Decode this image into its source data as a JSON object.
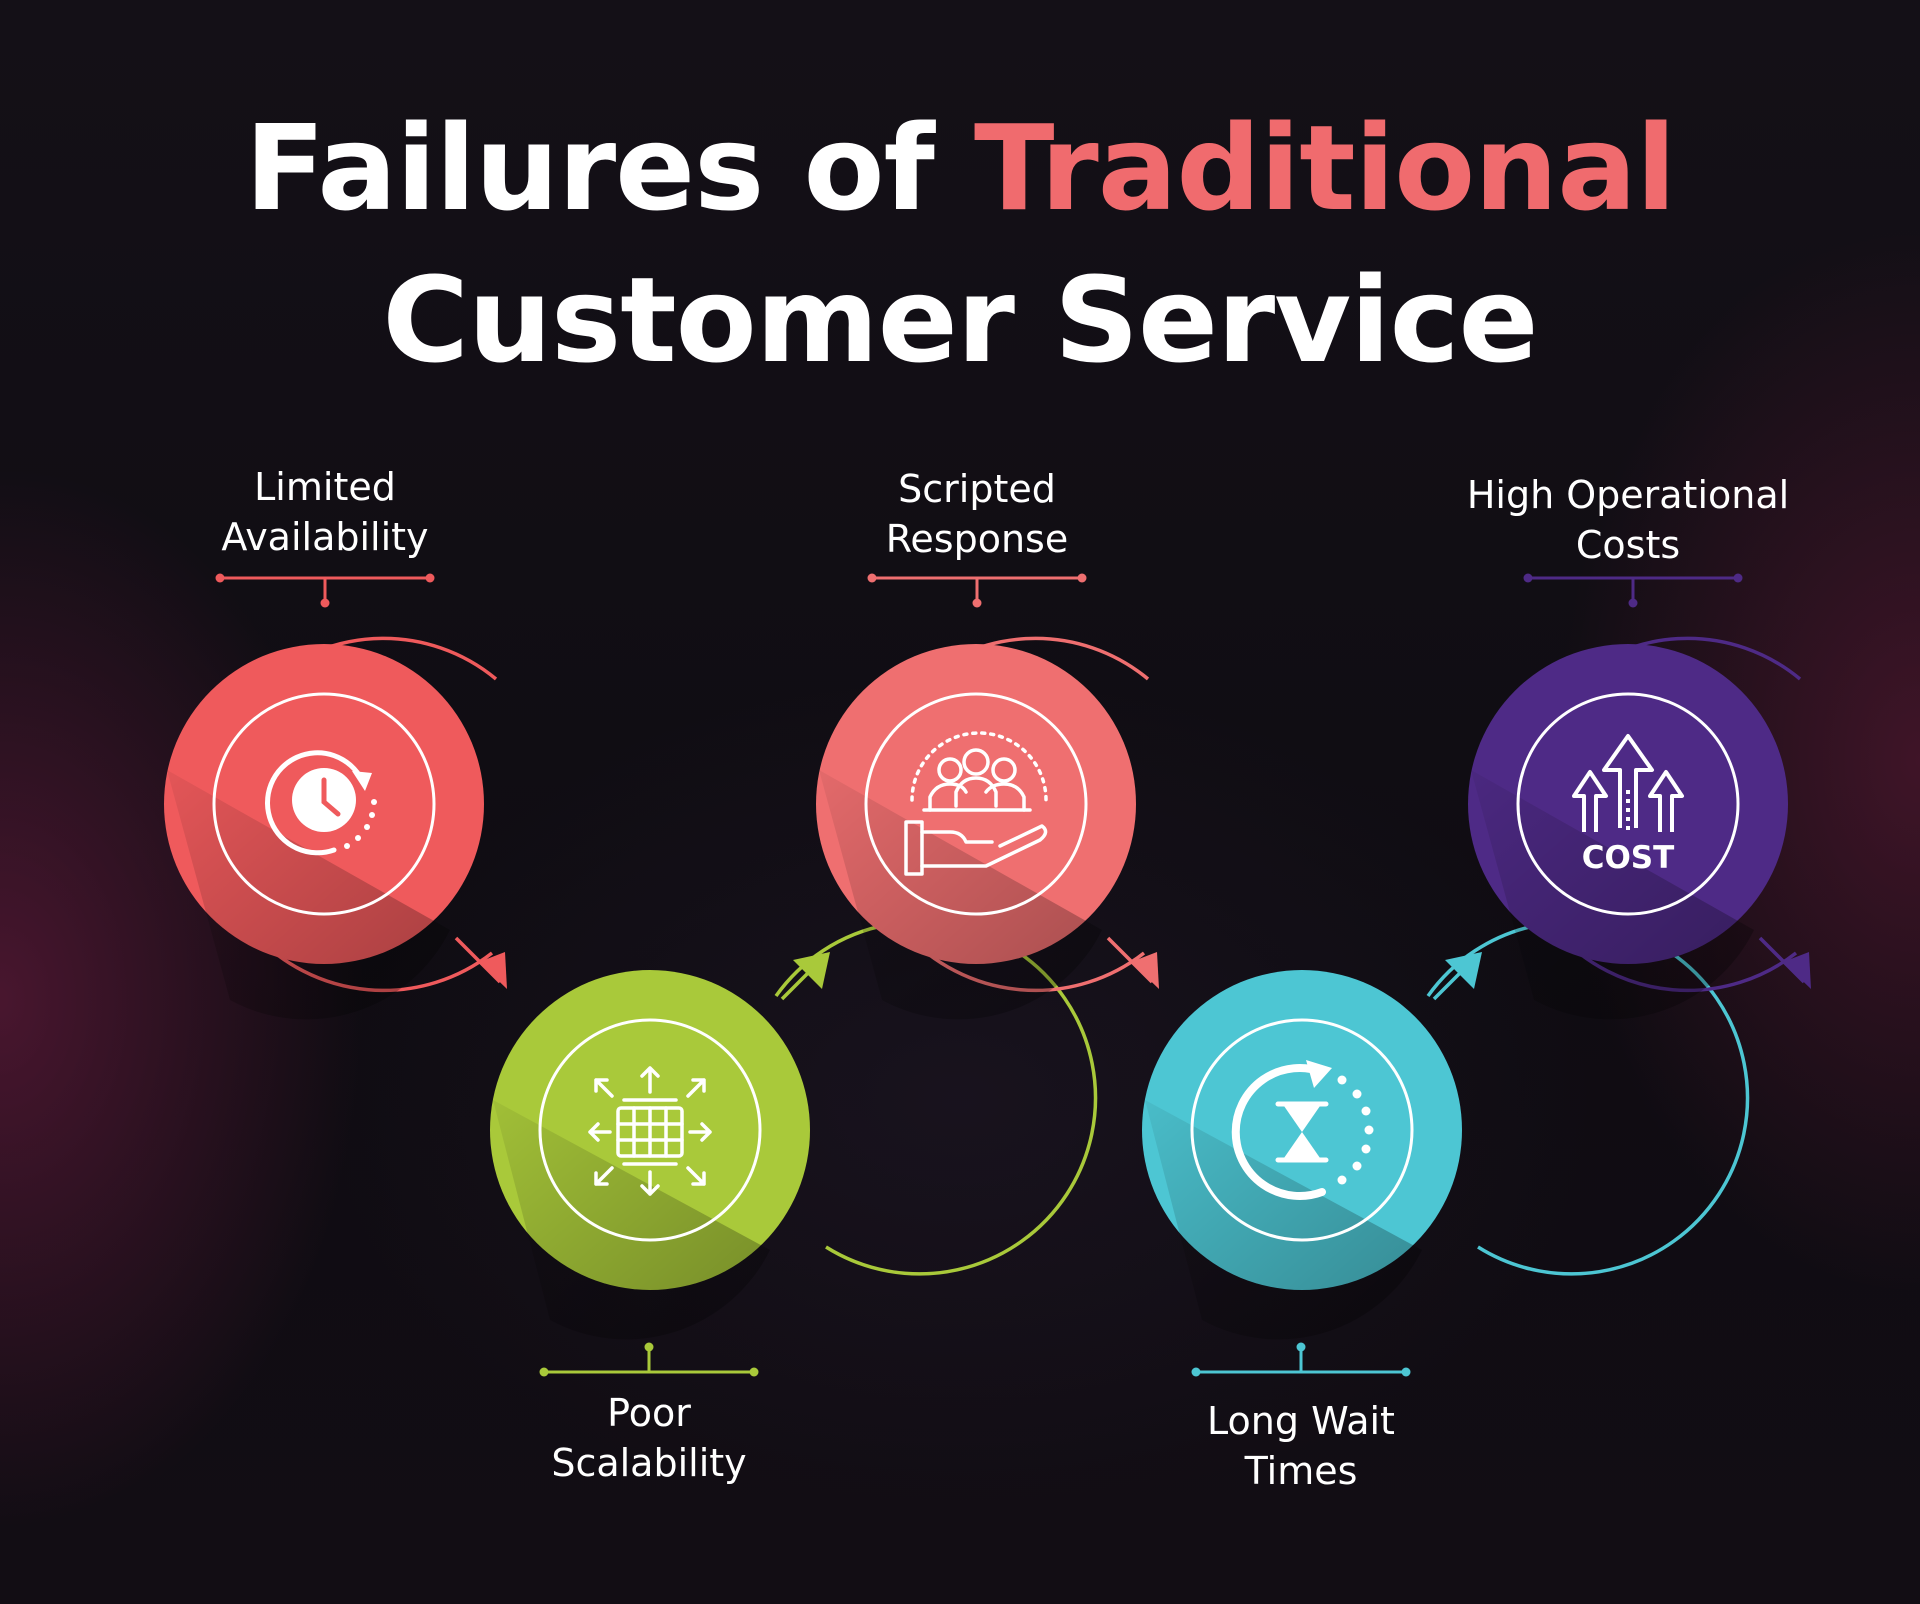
{
  "title": {
    "part1": "Failures of",
    "part2": "Traditional",
    "line2": "Customer Service"
  },
  "colors": {
    "accent": "#f06b6e",
    "red": "#ef5a5c",
    "lime": "#a9c93a",
    "salmon": "#ef6f70",
    "cyan": "#4dc6d3",
    "purple": "#4e2a86"
  },
  "steps": [
    {
      "label": [
        "Limited",
        "Availability"
      ],
      "icon": "clock-refresh-icon",
      "color": "#ef5a5c"
    },
    {
      "label": [
        "Poor",
        "Scalability"
      ],
      "icon": "grid-expand-icon",
      "color": "#a9c93a"
    },
    {
      "label": [
        "Scripted",
        "Response"
      ],
      "icon": "people-hand-icon",
      "color": "#ef6f70"
    },
    {
      "label": [
        "Long Wait",
        "Times"
      ],
      "icon": "hourglass-refresh-icon",
      "color": "#4dc6d3"
    },
    {
      "label": [
        "High Operational",
        "Costs"
      ],
      "icon": "cost-arrows-icon",
      "color": "#4e2a86"
    }
  ],
  "icon_text": {
    "cost": "COST"
  }
}
